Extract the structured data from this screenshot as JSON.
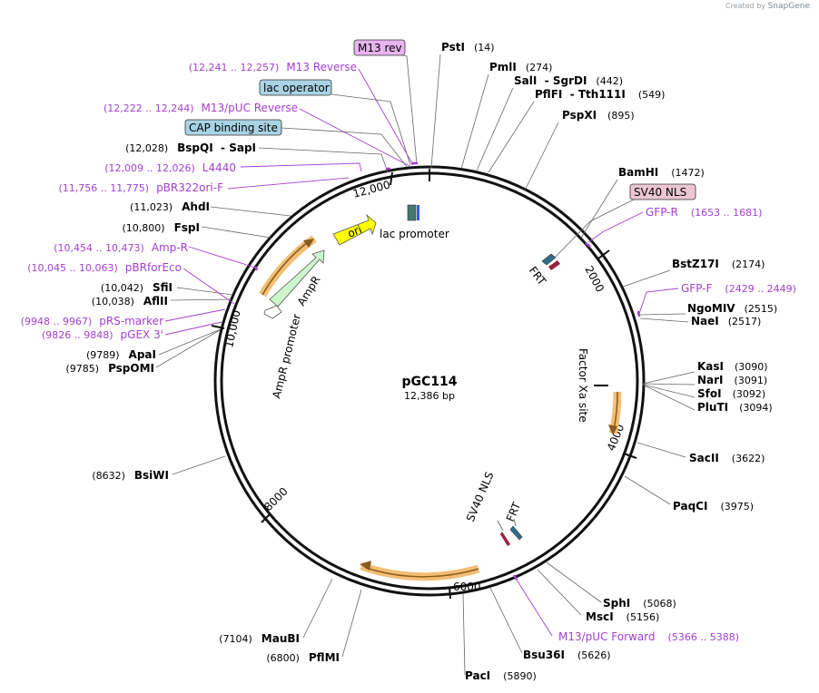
{
  "brand": {
    "prefix": "Created by",
    "name": "SnapGene"
  },
  "plasmid": {
    "name": "pGC114",
    "length_label": "12,386 bp",
    "length": 12386
  },
  "colors": {
    "primer": "#a43fcf",
    "backbone": "#111111",
    "yellow_feature": "#ffff00",
    "green_feature": "#ccf5cc",
    "orange_glow": "#f3be74"
  },
  "ticks": [
    {
      "bp": 2000,
      "label": "2000"
    },
    {
      "bp": 4000,
      "label": "4000"
    },
    {
      "bp": 6000,
      "label": "6000"
    },
    {
      "bp": 8000,
      "label": "8000"
    },
    {
      "bp": 10000,
      "label": "10,000"
    },
    {
      "bp": 12000,
      "label": "12,000"
    }
  ],
  "sites_right": [
    {
      "name": "PstI",
      "pos": "(14)",
      "bp": 14
    },
    {
      "name": "PmlI",
      "pos": "(274)",
      "bp": 274
    },
    {
      "name": "SalI  - SgrDI",
      "pos": "(442)",
      "bp": 442
    },
    {
      "name": "PflFI  - Tth111I",
      "pos": "(549)",
      "bp": 549
    },
    {
      "name": "PspXI",
      "pos": "(895)",
      "bp": 895
    },
    {
      "name": "BamHI",
      "pos": "(1472)",
      "bp": 1472
    },
    {
      "name": "BstZ17I",
      "pos": "(2174)",
      "bp": 2174
    },
    {
      "name": "NgoMIV",
      "pos": "(2515)",
      "bp": 2515
    },
    {
      "name": "NaeI",
      "pos": "(2517)",
      "bp": 2517
    },
    {
      "name": "KasI",
      "pos": "(3090)",
      "bp": 3090
    },
    {
      "name": "NarI",
      "pos": "(3091)",
      "bp": 3091
    },
    {
      "name": "SfoI",
      "pos": "(3092)",
      "bp": 3092
    },
    {
      "name": "PluTI",
      "pos": "(3094)",
      "bp": 3094
    },
    {
      "name": "SacII",
      "pos": "(3622)",
      "bp": 3622
    },
    {
      "name": "PaqCI",
      "pos": "(3975)",
      "bp": 3975
    },
    {
      "name": "SphI",
      "pos": "(5068)",
      "bp": 5068
    },
    {
      "name": "MscI",
      "pos": "(5156)",
      "bp": 5156
    },
    {
      "name": "Bsu36I",
      "pos": "(5626)",
      "bp": 5626
    },
    {
      "name": "PacI",
      "pos": "(5890)",
      "bp": 5890
    }
  ],
  "sites_left": [
    {
      "name": "BspQI  - SapI",
      "pos": "(12,028)",
      "bp": 12028
    },
    {
      "name": "AhdI",
      "pos": "(11,023)",
      "bp": 11023
    },
    {
      "name": "FspI",
      "pos": "(10,800)",
      "bp": 10800
    },
    {
      "name": "SfiI",
      "pos": "(10,042)",
      "bp": 10042
    },
    {
      "name": "AflII",
      "pos": "(10,038)",
      "bp": 10038
    },
    {
      "name": "ApaI",
      "pos": "(9789)",
      "bp": 9789
    },
    {
      "name": "PspOMI",
      "pos": "(9785)",
      "bp": 9785
    },
    {
      "name": "BsiWI",
      "pos": "(8632)",
      "bp": 8632
    },
    {
      "name": "MauBI",
      "pos": "(7104)",
      "bp": 7104
    },
    {
      "name": "PflMI",
      "pos": "(6800)",
      "bp": 6800
    }
  ],
  "primers": [
    {
      "name": "M13 Reverse",
      "pos": "(12,241 .. 12,257)",
      "bp": 12249
    },
    {
      "name": "M13/pUC Reverse",
      "pos": "(12,222 .. 12,244)",
      "bp": 12233
    },
    {
      "name": "L4440",
      "pos": "(12,009 .. 12,026)",
      "bp": 12018
    },
    {
      "name": "pBR322ori-F",
      "pos": "(11,756 .. 11,775)",
      "bp": 11765
    },
    {
      "name": "Amp-R",
      "pos": "(10,454 .. 10,473)",
      "bp": 10463
    },
    {
      "name": "pBRforEco",
      "pos": "(10,045 .. 10,063)",
      "bp": 10054
    },
    {
      "name": "pRS-marker",
      "pos": "(9948 .. 9967)",
      "bp": 9957
    },
    {
      "name": "pGEX 3'",
      "pos": "(9826 .. 9848)",
      "bp": 9837
    },
    {
      "name": "GFP-R",
      "pos": "(1653 .. 1681)",
      "bp": 1667
    },
    {
      "name": "GFP-F",
      "pos": "(2429 .. 2449)",
      "bp": 2439
    },
    {
      "name": "M13/pUC Forward",
      "pos": "(5366 .. 5388)",
      "bp": 5377
    }
  ],
  "boxed_features": [
    {
      "name": "M13 rev",
      "style": "pink"
    },
    {
      "name": "lac operator",
      "style": "blue"
    },
    {
      "name": "CAP binding site",
      "style": "blue"
    },
    {
      "name": "SV40 NLS",
      "style": "pink"
    }
  ],
  "inner_labels": {
    "ori": "ori",
    "ampr": "AmpR",
    "ampr_promoter": "AmpR promoter",
    "lac_promoter": "lac promoter",
    "frt_top": "FRT",
    "factor_xa": "Factor Xa site",
    "sv40_nls": "SV40 NLS",
    "frt_bottom": "FRT"
  }
}
